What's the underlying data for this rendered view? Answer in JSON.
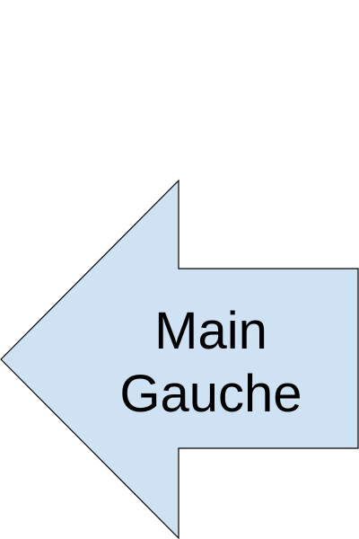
{
  "arrow": {
    "direction": "left",
    "fill_color": "#cfe2f3",
    "stroke_color": "#000000",
    "label_line_1": "Main",
    "label_line_2": "Gauche"
  }
}
